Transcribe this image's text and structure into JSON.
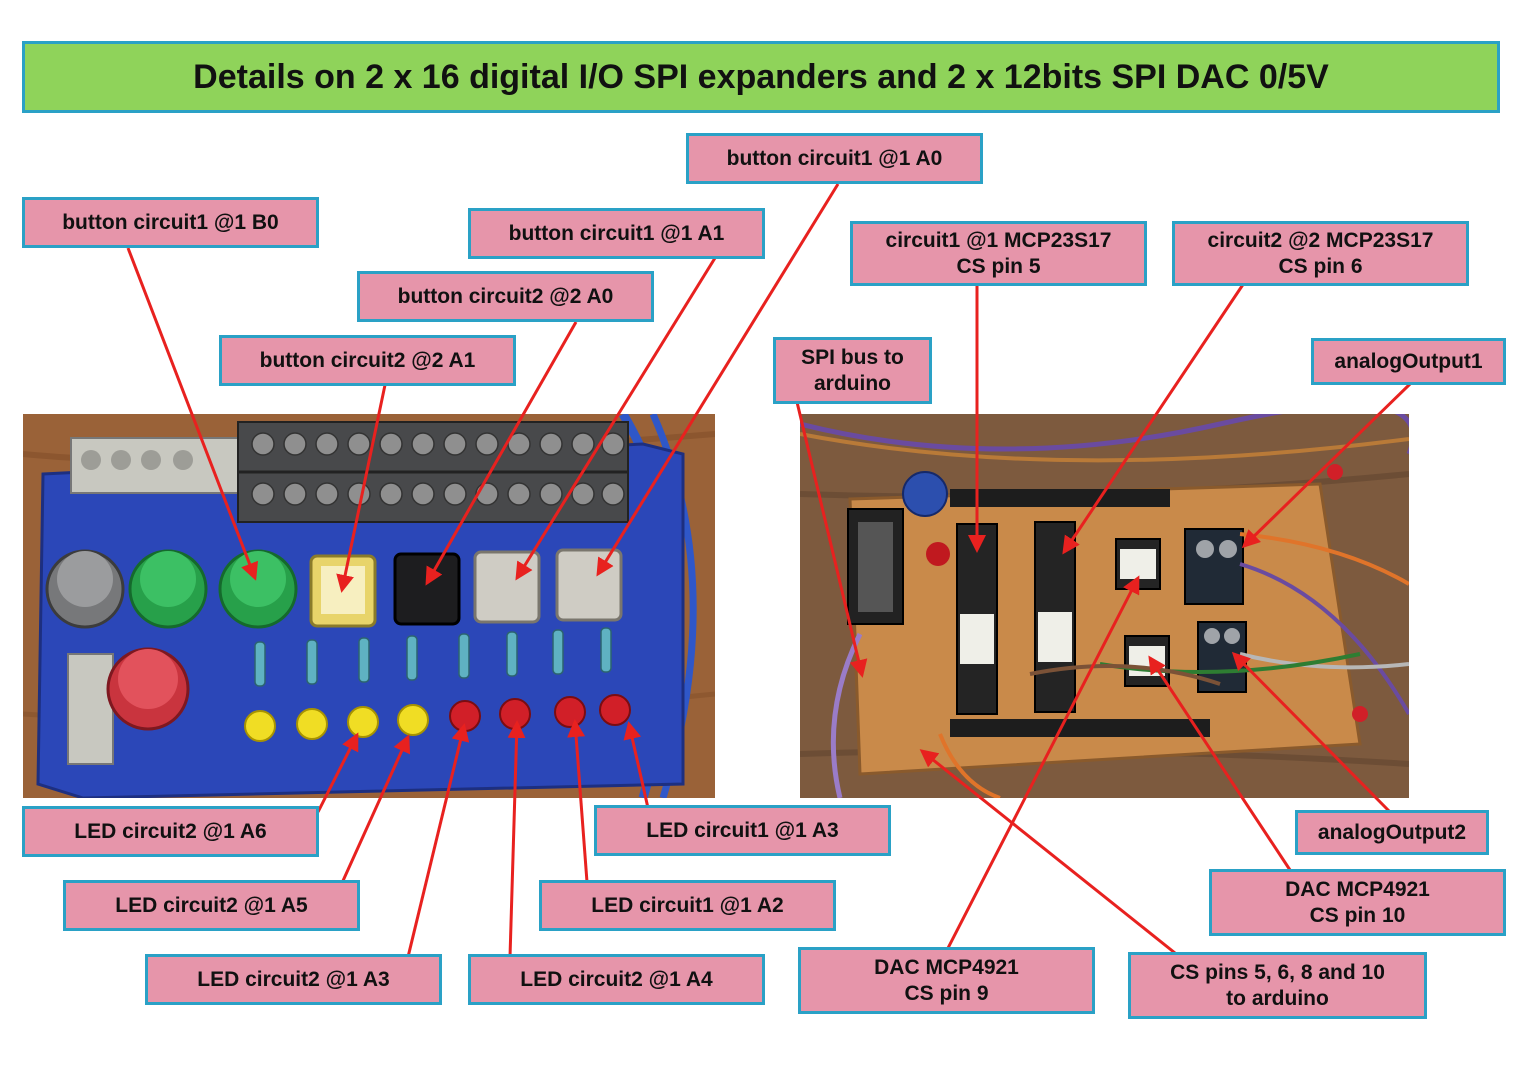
{
  "title": "Details on 2 x 16 digital I/O SPI expanders and 2 x 12bits SPI DAC 0/5V",
  "colors": {
    "title_bg": "#8fd35a",
    "label_bg": "#e695aa",
    "border": "#2aa1c6",
    "arrow": "#e8211f"
  },
  "photos": {
    "left": "button and LED board",
    "right": "MCP23S17 and MCP4921 board"
  },
  "labels": {
    "btn_b0": "button circuit1 @1 B0",
    "btn_a0_c1": "button circuit1 @1 A0",
    "btn_a1_c1": "button circuit1 @1 A1",
    "btn_a0_c2": "button circuit2 @2 A0",
    "btn_a1_c2": "button circuit2 @2 A1",
    "mcp1": "circuit1 @1 MCP23S17\nCS pin 5",
    "mcp2": "circuit2 @2 MCP23S17\nCS pin 6",
    "spi": "SPI bus to\narduino",
    "aout1": "analogOutput1",
    "aout2": "analogOutput2",
    "led_a6": "LED circuit2 @1 A6",
    "led_a5": "LED circuit2 @1 A5",
    "led_a3_c2": "LED circuit2 @1 A3",
    "led_a4_c2": "LED circuit2 @1 A4",
    "led_a3_c1": "LED circuit1 @1 A3",
    "led_a2_c1": "LED circuit1 @1 A2",
    "dac10": "DAC MCP4921\nCS pin 10",
    "dac9": "DAC MCP4921\nCS pin 9",
    "cspins": "CS pins 5, 6, 8 and 10\nto arduino"
  }
}
